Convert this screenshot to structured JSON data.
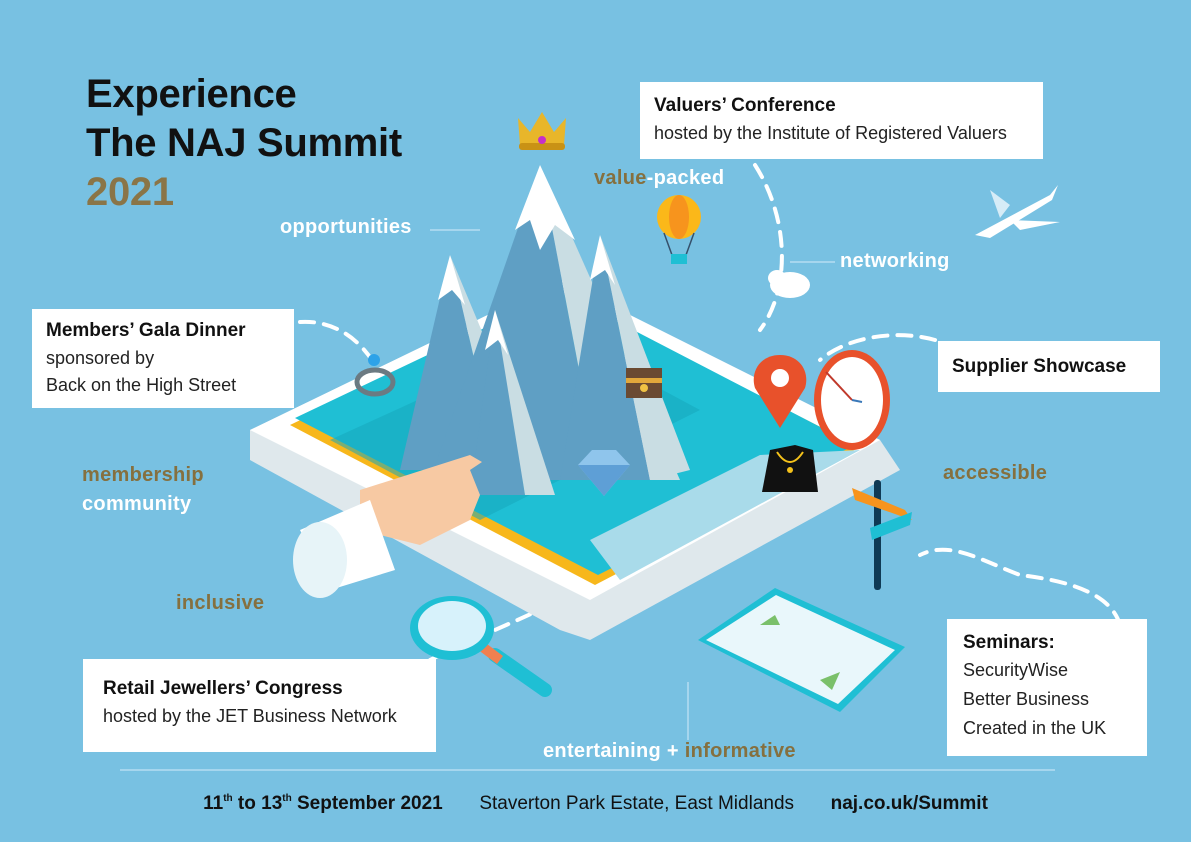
{
  "poster": {
    "title_line1": "Experience",
    "title_line2": "The NAJ Summit",
    "title_year": "2021"
  },
  "keywords": {
    "opportunities": "opportunities",
    "value": "value",
    "packed": "-packed",
    "networking": "networking",
    "membership": "membership",
    "community": "community",
    "accessible": "accessible",
    "inclusive": "inclusive",
    "entertaining": "entertaining +",
    "informative": "informative"
  },
  "events": {
    "valuers": {
      "heading": "Valuers’ Conference",
      "sub": "hosted by the Institute of Registered Valuers"
    },
    "gala": {
      "heading": "Members’ Gala Dinner",
      "sub1": "sponsored by",
      "sub2": "Back on the High Street"
    },
    "supplier": {
      "heading": "Supplier Showcase"
    },
    "seminars": {
      "heading": "Seminars:",
      "items": [
        "SecurityWise",
        "Better Business",
        "Created in the UK"
      ]
    },
    "congress": {
      "heading": "Retail Jewellers’ Congress",
      "sub": "hosted by the JET Business Network"
    }
  },
  "footer": {
    "date_start": "11",
    "date_start_suffix": "th",
    "date_to": " to 13",
    "date_end_suffix": "th",
    "date_rest": " September 2021",
    "venue": "Staverton Park Estate, East Midlands",
    "url": "naj.co.uk/Summit"
  },
  "illustration": {
    "icons": [
      "crown-icon",
      "hot-air-balloon-icon",
      "airplane-icon",
      "cloud-icon",
      "mountains-illustration",
      "tablet-map-illustration",
      "ring-icon",
      "treasure-chest-icon",
      "diamond-icon",
      "location-pin-icon",
      "clock-icon",
      "necklace-bust-icon",
      "signpost-icon",
      "hand-pointing-icon",
      "magnifying-glass-icon",
      "paper-map-icon"
    ]
  },
  "colors": {
    "background": "#78c1e2",
    "gold": "#85703f",
    "text_dark": "#111111",
    "white": "#ffffff",
    "map_water": "#1fbfd4",
    "map_path": "#f7b71b",
    "pin_red": "#e8512b"
  }
}
